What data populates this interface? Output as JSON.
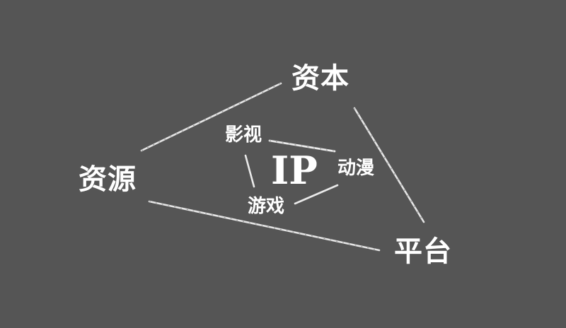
{
  "diagram": {
    "background": "#555555",
    "text_color": "#ffffff",
    "line_color": "#f2f2f2",
    "core": {
      "id": "ip",
      "label": "IP"
    },
    "outer_nodes": [
      {
        "id": "capital",
        "label": "资本"
      },
      {
        "id": "resources",
        "label": "资源"
      },
      {
        "id": "platform",
        "label": "平台"
      }
    ],
    "inner_nodes": [
      {
        "id": "film_tv",
        "label": "影视"
      },
      {
        "id": "animation",
        "label": "动漫"
      },
      {
        "id": "games",
        "label": "游戏"
      }
    ],
    "edges": [
      {
        "from": "resources",
        "to": "capital"
      },
      {
        "from": "capital",
        "to": "platform"
      },
      {
        "from": "resources",
        "to": "platform"
      },
      {
        "from": "film_tv",
        "to": "animation"
      },
      {
        "from": "film_tv",
        "to": "games"
      },
      {
        "from": "games",
        "to": "animation"
      }
    ]
  }
}
